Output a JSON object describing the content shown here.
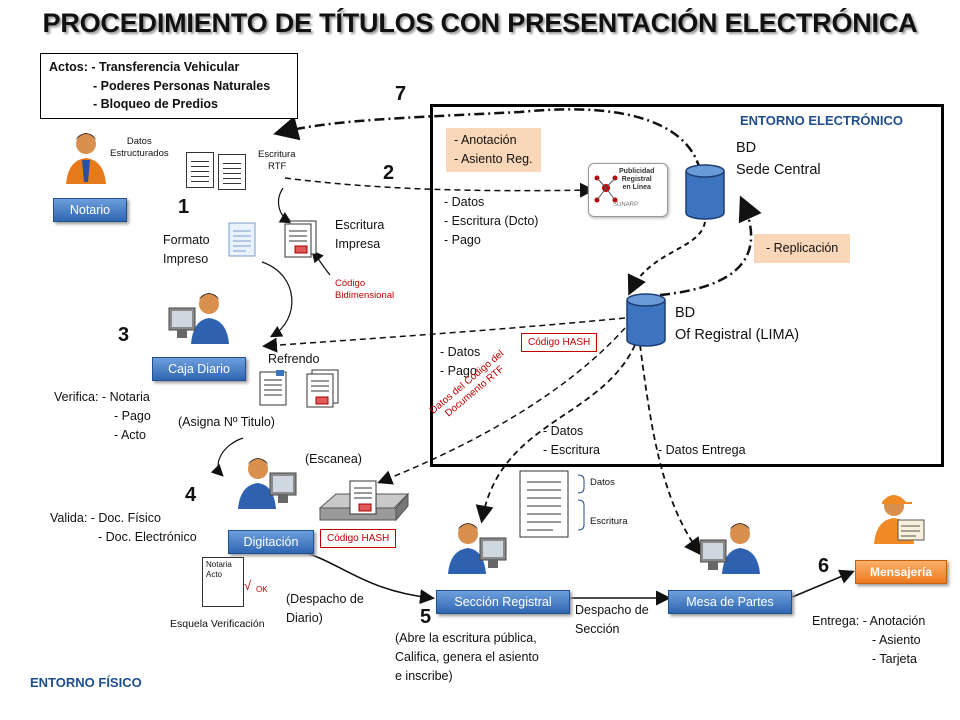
{
  "title": "PROCEDIMIENTO DE TÍTULOS CON PRESENTACIÓN ELECTRÓNICA",
  "actos": {
    "lines": [
      "Actos: - Transferencia Vehicular",
      "- Poderes Personas Naturales",
      "- Bloqueo de Predios"
    ]
  },
  "environments": {
    "electronic": "ENTORNO ELECTRÓNICO",
    "physical": "ENTORNO FÍSICO"
  },
  "steps": {
    "s1": "1",
    "s2": "2",
    "s3": "3",
    "s4": "4",
    "s5": "5",
    "s6": "6",
    "s7": "7"
  },
  "actors": {
    "notario": "Notario",
    "caja": "Caja Diario",
    "digitacion": "Digitación",
    "seccion": "Sección Registral",
    "mesa": "Mesa de Partes",
    "mensajeria": "Mensajería"
  },
  "labels": {
    "datos_estructurados": [
      "Datos",
      "Estructurados"
    ],
    "escritura_rtf": [
      "Escritura",
      "RTF"
    ],
    "formato_impreso": [
      "Formato",
      "Impreso"
    ],
    "escritura_impresa": [
      "Escritura",
      "Impresa"
    ],
    "codigo_bidimensional": [
      "Código",
      "Bidimensional"
    ],
    "refrendo": "Refrendo",
    "asigna": "(Asigna Nº Titulo)",
    "verifica": [
      "Verifica: - Notaria",
      "- Pago",
      "- Acto"
    ],
    "escanea": "(Escanea)",
    "valida": [
      "Valida:  - Doc. Físico",
      "- Doc. Electrónico"
    ],
    "codigo_hash": "Código HASH",
    "esquela_verificacion": "Esquela Verificación",
    "esquela_notaria": "Notaria",
    "esquela_acto": "Acto",
    "esquela_ok": "OK",
    "despacho_diario": [
      "(Despacho de",
      "Diario)"
    ],
    "abre_escritura": [
      "(Abre la escritura pública,",
      "Califica, genera  el asiento",
      "e inscribe)"
    ],
    "despacho_seccion": [
      "Despacho de",
      "Sección"
    ],
    "entrega": [
      "Entrega:  - Anotación",
      "- Asiento",
      "- Tarjeta"
    ],
    "doc_datos": "Datos",
    "doc_escritura": "Escritura",
    "anotacion": [
      "-  Anotación",
      "- Asiento Reg."
    ],
    "datos_escritura_pago": [
      "- Datos",
      "- Escritura (Dcto)",
      "- Pago"
    ],
    "bd_central": [
      "BD",
      "Sede Central"
    ],
    "replicacion": "-  Replicación",
    "bd_lima": [
      "BD",
      "Of Registral (LIMA)"
    ],
    "datos_pago": [
      "- Datos",
      "- Pago"
    ],
    "datos_codigo_rtf": [
      "Datos del Código del",
      "Documento RTF"
    ],
    "datos_escritura": [
      "- Datos",
      "- Escritura"
    ],
    "datos_entrega": "- Datos Entrega",
    "publicidad_logo": [
      "Publicidad",
      "Registral",
      "en Línea"
    ],
    "sunarp": "SUNARP"
  },
  "colors": {
    "accent_blue": "#1f4e8c",
    "button_blue": "#3b73c0",
    "peach": "#fad7b8",
    "red": "#c00000",
    "orange": "#ec7a1e"
  }
}
